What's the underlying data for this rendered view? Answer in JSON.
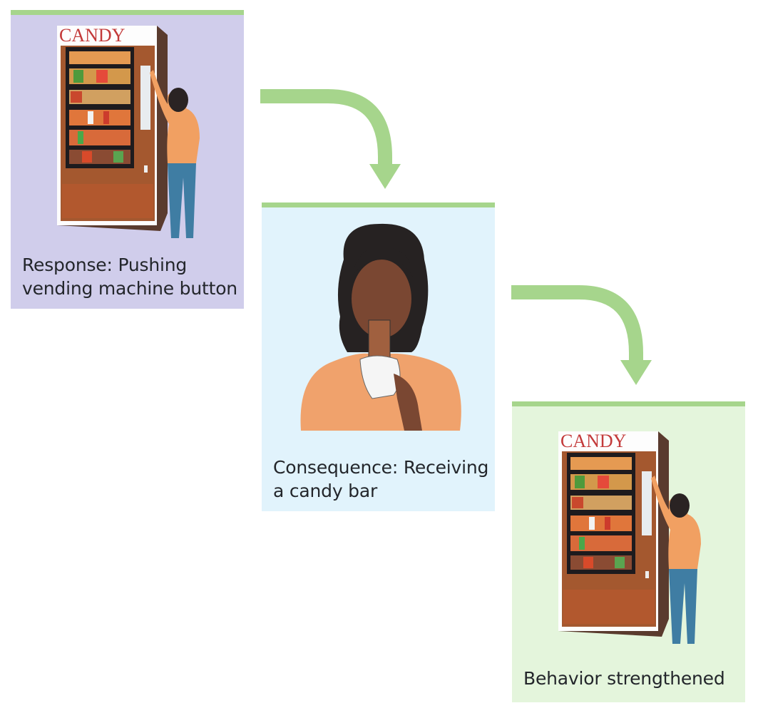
{
  "diagram": {
    "type": "operant-conditioning-sequence",
    "accent_color": "#a6d58c",
    "steps": [
      {
        "id": "response",
        "caption_line1": "Response: Pushing",
        "caption_line2": "vending machine button",
        "background": "#d0cdeb",
        "illustration": "vending-machine-person",
        "sign_text": "CANDY"
      },
      {
        "id": "consequence",
        "caption_line1": "Consequence: Receiving",
        "caption_line2": "a candy bar",
        "background": "#e1f3fc",
        "illustration": "woman-eating-candy-bar"
      },
      {
        "id": "result",
        "caption_line1": "Behavior strengthened",
        "background": "#e4f5dc",
        "illustration": "vending-machine-person",
        "sign_text": "CANDY"
      }
    ],
    "arrows": [
      {
        "from": "response",
        "to": "consequence",
        "icon": "curved-arrow-down-icon"
      },
      {
        "from": "consequence",
        "to": "result",
        "icon": "curved-arrow-down-icon"
      }
    ]
  }
}
